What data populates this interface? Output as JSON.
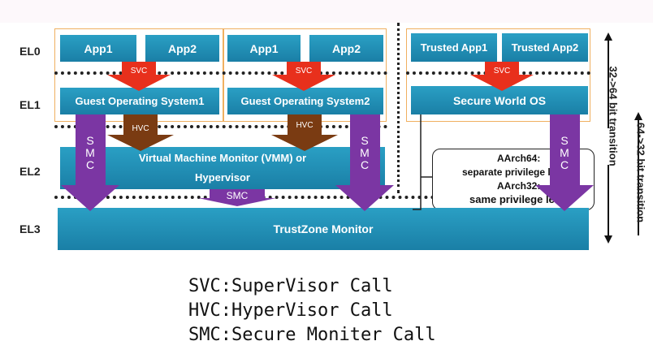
{
  "levels": [
    "EL0",
    "EL1",
    "EL2",
    "EL3"
  ],
  "vm1": {
    "app1": "App1",
    "app2": "App2",
    "os": "Guest Operating System1"
  },
  "vm2": {
    "app1": "App1",
    "app2": "App2",
    "os": "Guest Operating System2"
  },
  "secure": {
    "app1": "Trusted App1",
    "app2": "Trusted App2",
    "os": "Secure World OS"
  },
  "vmm": {
    "line1": "Virtual Machine Monitor (VMM) or",
    "line2": "Hypervisor"
  },
  "monitor": "TrustZone Monitor",
  "calls": {
    "svc": "SVC",
    "hvc": "HVC",
    "smc": "SMC",
    "smc_letters": [
      "S",
      "M",
      "C"
    ]
  },
  "arch_note": {
    "a64": "AArch64:",
    "a64_desc": "separate privilege levels",
    "a32": "AArch32:",
    "a32_desc": "same privilege level"
  },
  "transitions": {
    "up": "32->64 bit transition",
    "down": "64->32 bit transition"
  },
  "legend": [
    {
      "abbr": "SVC",
      "sep": ":",
      "desc": "SuperVisor Call"
    },
    {
      "abbr": "HVC",
      "sep": ":",
      "desc": "HyperVisor Call"
    },
    {
      "abbr": "SMC",
      "sep": ":",
      "desc": "Secure Moniter Call"
    }
  ],
  "colors": {
    "box": "#1a8db5",
    "svc_arrow": "#e8301c",
    "hvc_arrow": "#7a3b12",
    "smc_arrow": "#7b36a3",
    "frame": "#f0b060"
  }
}
